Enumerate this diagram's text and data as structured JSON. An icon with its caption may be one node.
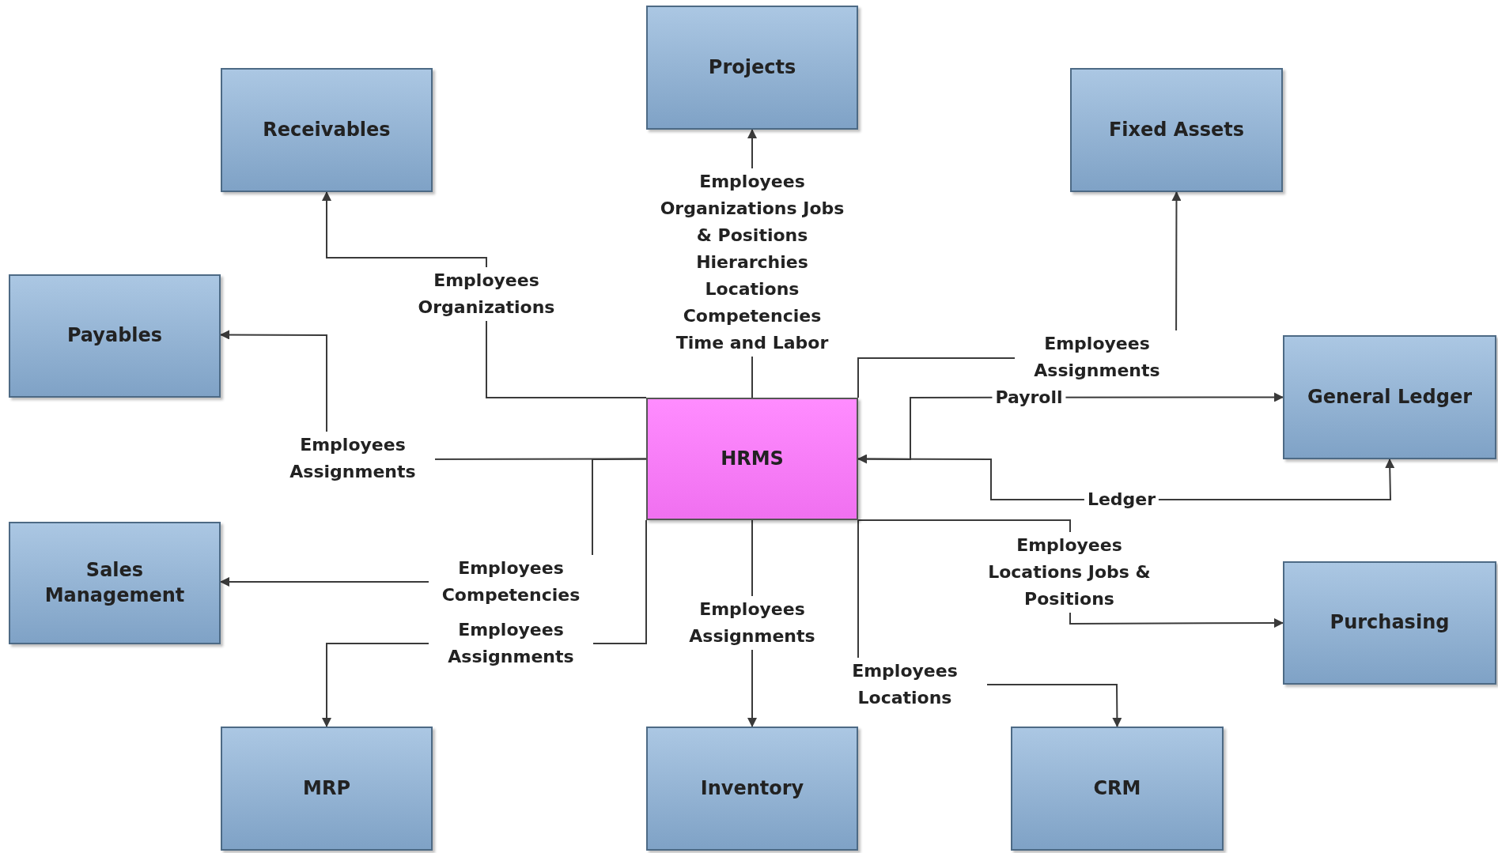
{
  "diagram": {
    "nodes": [
      {
        "text": [
          "Projects"
        ]
      },
      {
        "text": [
          "Receivables"
        ]
      },
      {
        "text": [
          "Fixed Assets"
        ]
      },
      {
        "text": [
          "Payables"
        ]
      },
      {
        "text": [
          "General Ledger"
        ]
      },
      {
        "text": [
          "HRMS"
        ]
      },
      {
        "text": [
          "Sales Management"
        ]
      },
      {
        "text": [
          "Purchasing"
        ]
      },
      {
        "text": [
          "MRP"
        ]
      },
      {
        "text": [
          "Inventory"
        ]
      },
      {
        "text": [
          "CRM"
        ]
      }
    ],
    "edges": [
      {
        "from": 5,
        "to": 0,
        "arrow": "to",
        "label": "Employees Organizations Jobs & Positions Hierarchies Locations Competencies Time and Labor"
      },
      {
        "from": 5,
        "to": 1,
        "arrow": "to",
        "label": "Employees Organizations"
      },
      {
        "from": 5,
        "to": 3,
        "arrow": "to",
        "label": "Employees Assignments"
      },
      {
        "from": 5,
        "to": 6,
        "arrow": "to",
        "label": "Employees Competencies"
      },
      {
        "from": 5,
        "to": 8,
        "arrow": "to",
        "label": "Employees Assignments"
      },
      {
        "from": 5,
        "to": 9,
        "arrow": "to",
        "label": "Employees Assignments"
      },
      {
        "from": 5,
        "to": 10,
        "arrow": "to",
        "label": "Employees Locations"
      },
      {
        "from": 5,
        "to": 2,
        "arrow": "to",
        "label": "Employees Assignments"
      },
      {
        "from": 5,
        "to": 4,
        "arrow": "to",
        "label": "Payroll"
      },
      {
        "from": 5,
        "to": 4,
        "arrow": "both",
        "label": "Ledger"
      },
      {
        "from": 5,
        "to": 7,
        "arrow": "to",
        "label": "Employees Locations Jobs & Positions"
      }
    ]
  }
}
